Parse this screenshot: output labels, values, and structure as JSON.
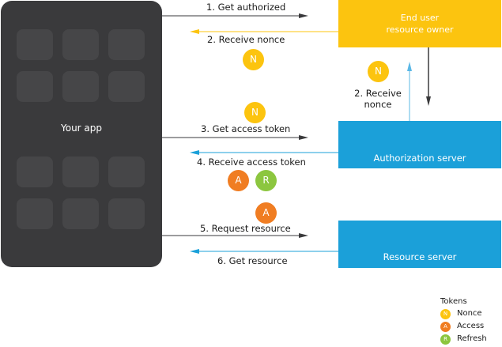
{
  "app": {
    "label": "Your app"
  },
  "nodes": {
    "owner": {
      "line1": "End user",
      "line2": "resource owner"
    },
    "auth": {
      "label": "Authorization server"
    },
    "resource": {
      "label": "Resource server"
    }
  },
  "steps": [
    {
      "label": "1. Get authorized"
    },
    {
      "label": "2. Receive nonce"
    },
    {
      "label": "3. Get access token"
    },
    {
      "label": "4. Receive access token"
    },
    {
      "label": "5. Request resource"
    },
    {
      "label": "6. Get resource"
    }
  ],
  "side_step": {
    "line1": "2. Receive",
    "line2": "nonce"
  },
  "tokens": {
    "nonce": "N",
    "access": "A",
    "refresh": "R"
  },
  "legend": {
    "title": "Tokens",
    "items": [
      {
        "symbol": "N",
        "label": "Nonce"
      },
      {
        "symbol": "A",
        "label": "Access"
      },
      {
        "symbol": "R",
        "label": "Refresh"
      }
    ]
  },
  "colors": {
    "nonce": "#fcc40f",
    "access": "#f07d22",
    "refresh": "#8cc63f",
    "server": "#1ba0d9",
    "owner": "#fcc40f",
    "phone": "#3a3a3c"
  }
}
